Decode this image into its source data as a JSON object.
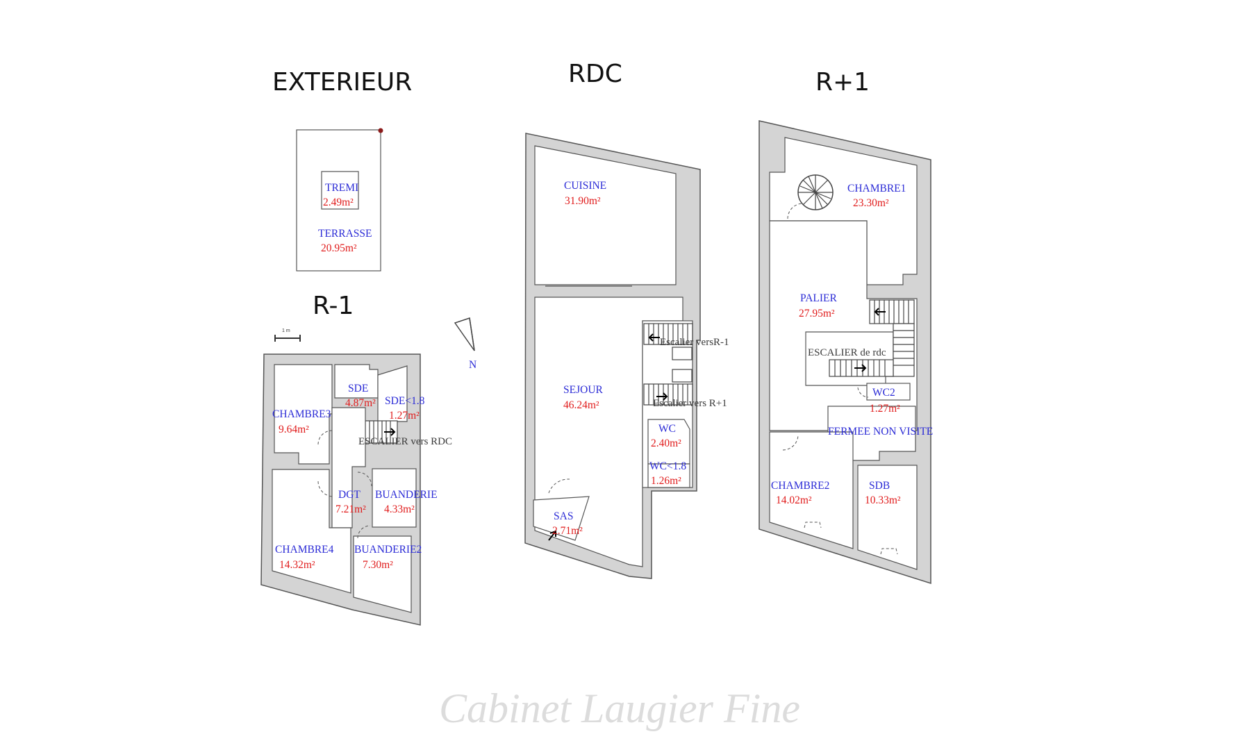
{
  "levels": {
    "exterieur": "EXTERIEUR",
    "rdc": "RDC",
    "r1": "R+1",
    "rm1": "R-1"
  },
  "rooms": {
    "tremi": {
      "name": "TREMI",
      "area": "2.49m²"
    },
    "terrasse": {
      "name": "TERRASSE",
      "area": "20.95m²"
    },
    "cuisine": {
      "name": "CUISINE",
      "area": "31.90m²"
    },
    "sejour": {
      "name": "SEJOUR",
      "area": "46.24m²"
    },
    "wc": {
      "name": "WC",
      "area": "2.40m²"
    },
    "wc_lt18": {
      "name": "WC<1.8",
      "area": "1.26m²"
    },
    "sas": {
      "name": "SAS",
      "area": "2.71m²"
    },
    "chambre1": {
      "name": "CHAMBRE1",
      "area": "23.30m²"
    },
    "palier": {
      "name": "PALIER",
      "area": "27.95m²"
    },
    "wc2": {
      "name": "WC2",
      "area": "1.27m²"
    },
    "fermee": {
      "name": "FERMEE NON VISITE"
    },
    "chambre2": {
      "name": "CHAMBRE2",
      "area": "14.02m²"
    },
    "sdb": {
      "name": "SDB",
      "area": "10.33m²"
    },
    "chambre3": {
      "name": "CHAMBRE3",
      "area": "9.64m²"
    },
    "sde": {
      "name": "SDE",
      "area": "4.87m²"
    },
    "sde_lt18": {
      "name": "SDE<1.8",
      "area": "1.27m²"
    },
    "dgt": {
      "name": "DGT",
      "area": "7.21m²"
    },
    "buanderie": {
      "name": "BUANDERIE",
      "area": "4.33m²"
    },
    "chambre4": {
      "name": "CHAMBRE4",
      "area": "14.32m²"
    },
    "buanderie2": {
      "name": "BUANDERIE2",
      "area": "7.30m²"
    }
  },
  "annotations": {
    "escalier_vers_rm1": "Escalier versR-1",
    "escalier_vers_r1": "Escalier vers R+1",
    "escalier_de_rdc": "ESCALIER de rdc",
    "escalier_vers_rdc": "ESCALIER vers RDC",
    "north": "N",
    "scale": "1 m"
  },
  "watermark": "Cabinet Laugier Fine"
}
